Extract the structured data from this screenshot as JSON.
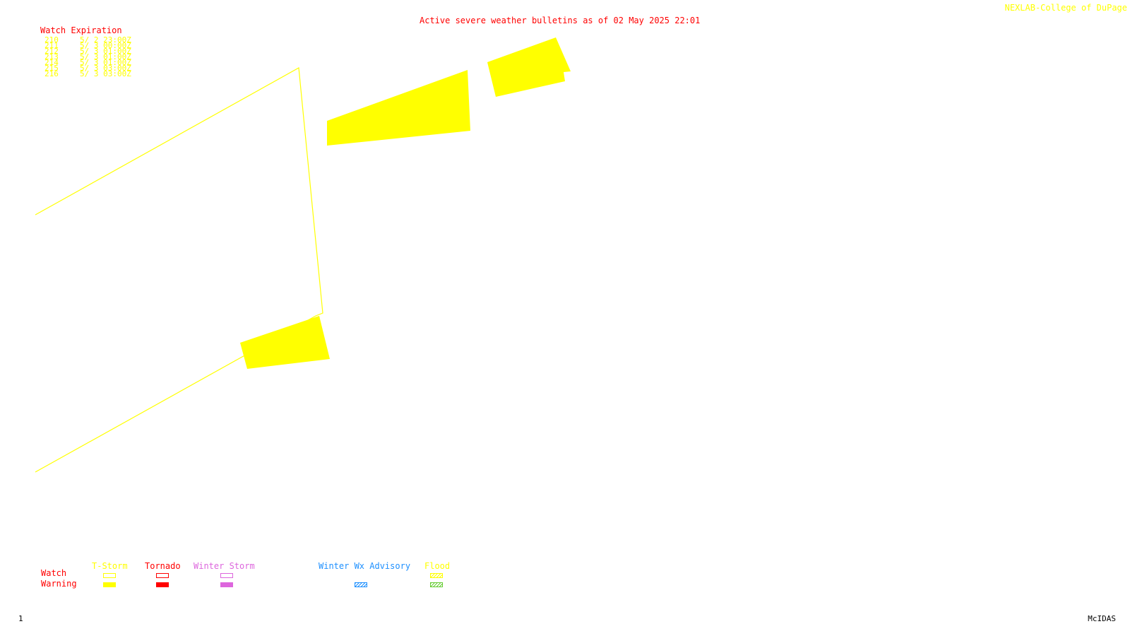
{
  "header": {
    "credit": "NEXLAB-College of DuPage",
    "credit_color": "#ffff00",
    "title": "Active severe weather bulletins as of 02 May 2025 22:01",
    "title_color": "#ff0000"
  },
  "watch_expiration": {
    "heading": "Watch Expiration",
    "heading_color": "#ff0000",
    "text_color": "#ffff00",
    "items": [
      {
        "number": "210",
        "expires": "5/ 2 23:00Z"
      },
      {
        "number": "211",
        "expires": "5/ 3 00:00Z"
      },
      {
        "number": "212",
        "expires": "5/ 3 01:00Z"
      },
      {
        "number": "213",
        "expires": "5/ 3 01:00Z"
      },
      {
        "number": "214",
        "expires": "5/ 3 01:00Z"
      },
      {
        "number": "215",
        "expires": "5/ 3 03:00Z"
      },
      {
        "number": "216",
        "expires": "5/ 3 03:00Z"
      }
    ]
  },
  "legend": {
    "rows": {
      "watch": "Watch",
      "warning": "Warning"
    },
    "row_color": "#ff0000",
    "columns": [
      {
        "label": "T-Storm",
        "color": "#ffff00",
        "watch_style": "outline",
        "warning_style": "solid"
      },
      {
        "label": "Tornado",
        "color": "#ff0000",
        "watch_style": "outline",
        "warning_style": "solid"
      },
      {
        "label": "Winter Storm",
        "color": "#dd66dd",
        "watch_style": "outline",
        "warning_style": "solid"
      },
      {
        "label": "Winter Wx Advisory",
        "color": "#1e90ff",
        "watch_style": "none",
        "warning_style": "hatched"
      },
      {
        "label": "Flood",
        "color": "#ffff00",
        "watch_style": "hatched",
        "warning_style": "hatched-green"
      }
    ]
  },
  "map": {
    "outline_color": "#ffff00",
    "fill_color": "#ffff00"
  },
  "footer": {
    "frame": "1",
    "software": "McIDAS"
  }
}
